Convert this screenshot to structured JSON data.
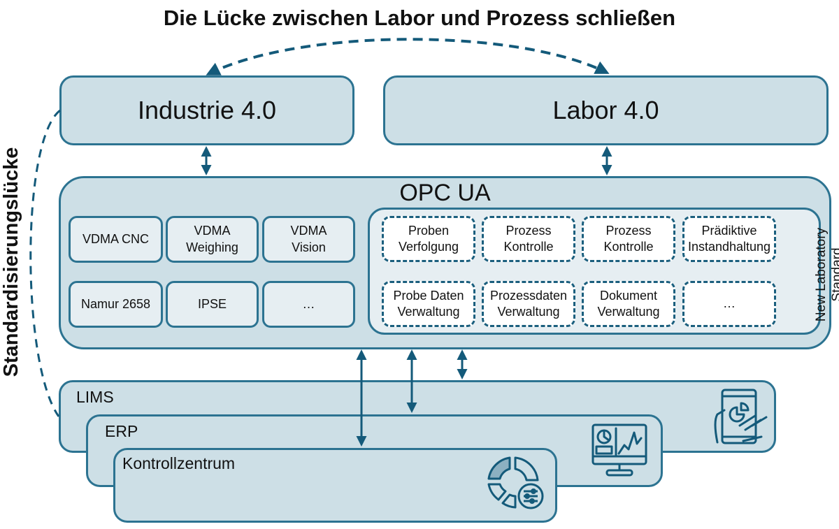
{
  "title": "Die Lücke zwischen Labor und Prozess schließen",
  "side_label": "Standardisierungslücke",
  "top_boxes": {
    "industrie": "Industrie 4.0",
    "labor": "Labor 4.0"
  },
  "opc": {
    "label": "OPC UA",
    "standards": [
      "VDMA CNC",
      "VDMA\nWeighing",
      "VDMA\nVision",
      "Namur 2658",
      "IPSE",
      "…"
    ],
    "new_lab": {
      "label": "New Laboratory\nStandard",
      "items": [
        "Proben\nVerfolgung",
        "Prozess\nKontrolle",
        "Prozess\nKontrolle",
        "Prädiktive\nInstandhaltung",
        "Probe Daten\nVerwaltung",
        "Prozessdaten\nVerwaltung",
        "Dokument\nVerwaltung",
        "…"
      ]
    }
  },
  "systems": {
    "lims": "LIMS",
    "erp": "ERP",
    "kontroll": "Kontrollzentrum"
  },
  "icons": [
    "tablet-chart-icon",
    "monitor-dashboard-icon",
    "donut-settings-icon"
  ],
  "colors": {
    "stroke": "#2c7391",
    "arrow": "#145a7a",
    "fill": "#cddfe6",
    "inner_fill": "#e6eef2"
  }
}
